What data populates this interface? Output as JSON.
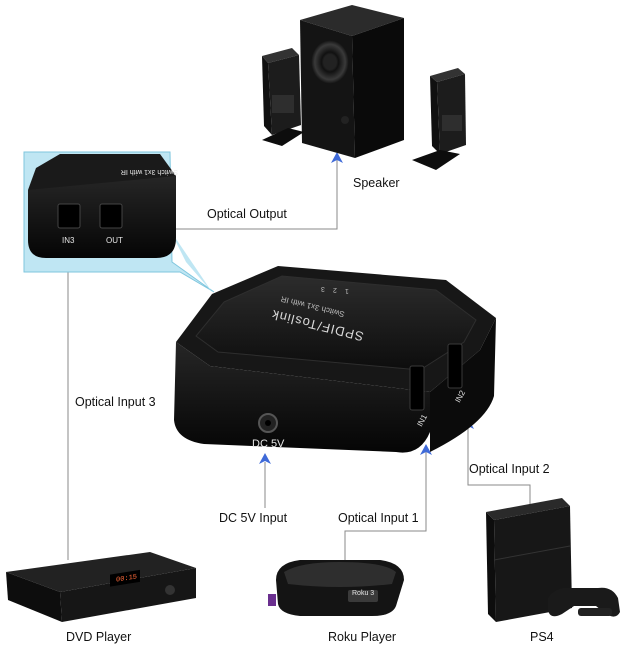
{
  "devices": {
    "speaker": "Speaker",
    "dvd_player": "DVD Player",
    "roku_player": "Roku Player",
    "ps4": "PS4"
  },
  "connections": {
    "optical_output": "Optical Output",
    "optical_input_1": "Optical Input 1",
    "optical_input_2": "Optical Input 2",
    "optical_input_3": "Optical Input 3",
    "dc_input": "DC 5V Input"
  },
  "switch_box": {
    "top_label": "SPDIF/Toslink",
    "sub_label": "Switch 3x1 with IR",
    "channel_marks": [
      "1",
      "2",
      "3"
    ],
    "dc_port_label": "DC 5V",
    "in1_label": "IN1",
    "in2_label": "IN2"
  },
  "zoom_panel": {
    "in3_label": "IN3",
    "out_label": "OUT"
  },
  "roku_badge": "Roku 3",
  "dvd_display": "00:15",
  "colors": {
    "connector_line": "#8a8a8a",
    "arrow": "#3f6ad8",
    "zoom_highlight": "#bfe6f3",
    "device_body": "#1a1a1a"
  }
}
